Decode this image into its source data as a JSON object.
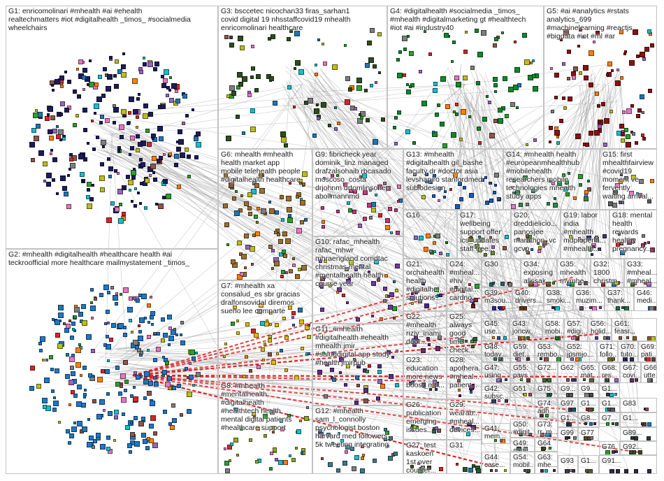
{
  "graph": {
    "edge_color": "#8a8a8a",
    "highlight_edge_color": "#e01515",
    "groups": [
      {
        "id": "G1",
        "label": "G1: enricomolinari #mhealth #ai #ehealth\nrealtechmatters #iot #digitalhealth _timos_ #socialmedia\nwheelchairs",
        "color": "#1c1c5c"
      },
      {
        "id": "G2",
        "label": "G2: #mhealth #digitalhealth #healthcare health #ai\nteckroofficial more healthcare mailmystatement _timos_",
        "color": "#1f78c8"
      },
      {
        "id": "G3",
        "label": "G3: bsccetec nicochan33 firas_sarhan1\ncovid digital 19 nhsstaffcovid19 mhealth\nenricomolinari healthcare",
        "color": "#2e4d1e"
      },
      {
        "id": "G4",
        "label": "G4: #digitalhealth #socialmedia _timos_\n#mhealth #digitalmarketing gt #healthtech\n#iot #ai #industry40",
        "color": "#0e8a2a"
      },
      {
        "id": "G5",
        "label": "G5: #ai #analytics #rstats\nanalytics_699\n#machinelearning #reactjs\n#bigdata #iot #ml #ar",
        "color": "#8a1212"
      },
      {
        "id": "G6",
        "label": "G6: mhealth #mhealth\nhealth market app\nmobile telehealth people\n#digitalhealth healthcare",
        "color": "#9a7030"
      },
      {
        "id": "G7",
        "label": "G7: #mhealth xa\nconsalud_es sbr gracias\ndralfonsovidal diremos\nsueño lee comparte",
        "color": "#e0b810"
      },
      {
        "id": "G8",
        "label": "G8: #mhealth\n#mentalhealth\n#digitalhealth\n#healthtech health\nmental digital patients\n#healthcare support",
        "color": "#90a830"
      },
      {
        "id": "G9",
        "label": "G9: fibricheck year\ndominik_linz managed\ndrafzalsohaib rbcasado\nmoscoso_costa\ndrjohnm drtomlinsonep\nabollmannmd",
        "color": "#c03878"
      },
      {
        "id": "G10",
        "label": "G10: rafac_mhealth\nrafac_mhwr\nmhraengland comdtac\nchristmas mental\n#mentalhealth health\ncourse year",
        "color": "#6a3a9a"
      },
      {
        "id": "G11",
        "label": "G11: #mhealth\n#digitalhealth #ehealth\nmhealth jmir\n#saluddigital app study\n#health jmirpub",
        "color": "#5a2a8a"
      },
      {
        "id": "G12",
        "label": "G12: #mhealth\nsam_l_connolly\npsychologist boston\nharvard med followers\n5k tweeting integrating",
        "color": "#3a7a8a"
      },
      {
        "id": "G13",
        "label": "G13: #mhealth\n#digitalhealth gil_bashe\nfaculty dr #doctor asia\nlevshapiro stanfordmed\nsubiodesign",
        "color": "#1a5ab8"
      },
      {
        "id": "G14",
        "label": "G14: #mhealth health\n#europeanmhealthhub\n#mobilehealth\nresearchers mobile\ntechnologies mhealth\nstudy apps",
        "color": "#2a8a4a"
      },
      {
        "id": "G15",
        "label": "G15: first\nmhealthfairview\n#covid19\nmoment ve\nfervently\nwaiting arrival...",
        "color": "#5a5a5a"
      },
      {
        "id": "G16",
        "label": "G16",
        "color": "#1a8a1a"
      },
      {
        "id": "G17",
        "label": "G17:\nwellbeing\nsupport offer\nics_updates\nstaff free...",
        "color": "#6a8a2a"
      },
      {
        "id": "G20",
        "label": "G20:\ndreddieliciо...\npanosjee\nmarathon_vc\ngcvp",
        "color": "#7a5a3a"
      },
      {
        "id": "G19",
        "label": "G19: labor\nindia\n#mhealth\nmdpiopena...\n#mhealth...",
        "color": "#3a3a6a"
      },
      {
        "id": "G18",
        "label": "G18: mental\nhealth\nrewards\nhealthy\npregnancy...",
        "color": "#8a3a5a"
      },
      {
        "id": "G21",
        "label": "G21:\norchahealth\nhealth\n#digitalhe...\nsolutions...",
        "color": "#4a2a8a"
      },
      {
        "id": "G24",
        "label": "G24:\n#mheal...\n#hiv\n#digital...\ncardno...",
        "color": "#6a1a1a"
      },
      {
        "id": "G30",
        "label": "G30",
        "color": "#1a6a6a"
      },
      {
        "id": "G34",
        "label": "G34:\nexposing\nalissak...",
        "color": "#7a4a1a"
      },
      {
        "id": "G35",
        "label": "G35:\nmhealth\nmymhe...",
        "color": "#2a4a7a"
      },
      {
        "id": "G32",
        "label": "G32:\n1800\nchristm...",
        "color": "#8a2a2a"
      },
      {
        "id": "G33",
        "label": "G33:\n#mheal...\n#mheal...",
        "color": "#4a6a2a"
      },
      {
        "id": "G22",
        "label": "G22:\n#mhealth\nriziv_inami\ndoor...",
        "color": "#6a2a6a"
      },
      {
        "id": "G25",
        "label": "G25:\nalways\ngood\ntime\ncheck...",
        "color": "#3a5a3a"
      },
      {
        "id": "G39",
        "label": "G39:\nm3sou...",
        "color": "#2a2a8a"
      },
      {
        "id": "G40",
        "label": "G40:\ndrivers...",
        "color": "#5a3a1a"
      },
      {
        "id": "G38",
        "label": "G38:\nsmoki...",
        "color": "#3a3a3a"
      },
      {
        "id": "G36",
        "label": "G36:\nmuzim...",
        "color": "#6a4a6a"
      },
      {
        "id": "G37",
        "label": "G37:\nthank...",
        "color": "#2a6a4a"
      },
      {
        "id": "G46",
        "label": "G46:\nmedi...",
        "color": "#7a2a4a"
      },
      {
        "id": "G45",
        "label": "G45:\nuse...",
        "color": "#2a5a8a"
      },
      {
        "id": "G43",
        "label": "G43:\njoncw...",
        "color": "#5a5a2a"
      },
      {
        "id": "G58",
        "label": "G58:\nmobi...",
        "color": "#2a7a2a"
      },
      {
        "id": "G57",
        "label": "G57:\n#digi...",
        "color": "#7a3a2a"
      },
      {
        "id": "G56",
        "label": "G56:\nholid...",
        "color": "#4a4a8a"
      },
      {
        "id": "G61",
        "label": "G61:\nfeasr...",
        "color": "#8a5a2a"
      },
      {
        "id": "G23",
        "label": "G23:\neducation\nmore news\nboost_mh...",
        "color": "#2a3a5a"
      },
      {
        "id": "G28",
        "label": "G28:\napothera...\n#mheal...\npatient...",
        "color": "#6a1a5a"
      },
      {
        "id": "G48",
        "label": "G48:\ntoday...",
        "color": "#3a6a6a"
      },
      {
        "id": "G59",
        "label": "G59:\ndiet...",
        "color": "#5a2a2a"
      },
      {
        "id": "G53",
        "label": "G53:\nrembo...",
        "color": "#2a4a2a"
      },
      {
        "id": "G52",
        "label": "G52:\njpsmjo...",
        "color": "#4a2a4a"
      },
      {
        "id": "G71",
        "label": "G71:\nfollo...",
        "color": "#6a6a2a"
      },
      {
        "id": "G70",
        "label": "G70:\ntuto...",
        "color": "#2a2a5a"
      },
      {
        "id": "G69",
        "label": "G69:\npati...",
        "color": "#5a4a3a"
      },
      {
        "id": "G47",
        "label": "G47:\nusing...",
        "color": "#3a4a6a"
      },
      {
        "id": "G55",
        "label": "G55:\npays...",
        "color": "#6a3a3a"
      },
      {
        "id": "G72",
        "label": "G72...",
        "color": "#3a6a3a"
      },
      {
        "id": "G62",
        "label": "G62",
        "color": "#4a3a6a"
      },
      {
        "id": "G65",
        "label": "G65:\nmat...",
        "color": "#6a5a3a"
      },
      {
        "id": "G68",
        "label": "G68:\nres...",
        "color": "#3a5a5a"
      },
      {
        "id": "G67",
        "label": "G67:\ncovi...",
        "color": "#5a3a5a"
      },
      {
        "id": "G66",
        "label": "G66:\nutte...",
        "color": "#4a5a3a"
      },
      {
        "id": "G26",
        "label": "G26:\npublication\nemerging\nissues...",
        "color": "#2a5a4a"
      },
      {
        "id": "G29",
        "label": "G29:\nwearab...\n#mheal...\ndevices...",
        "color": "#5a2a6a"
      },
      {
        "id": "G42",
        "label": "G42:\nsubsc...",
        "color": "#3a3a5a"
      },
      {
        "id": "G51",
        "label": "G51",
        "color": "#6a4a2a"
      },
      {
        "id": "G75",
        "label": "G75",
        "color": "#2a6a5a"
      },
      {
        "id": "G9s",
        "label": "G9...",
        "color": "#5a5a5a"
      },
      {
        "id": "G9t",
        "label": "G9...",
        "color": "#4a4a4a"
      },
      {
        "id": "G1s",
        "label": "G1...",
        "color": "#3a3a3a"
      },
      {
        "id": "G74",
        "label": "G74:\nadh...",
        "color": "#6a2a3a"
      },
      {
        "id": "G97",
        "label": "G97",
        "color": "#2a4a5a"
      },
      {
        "id": "G1t",
        "label": "G1...",
        "color": "#5a4a4a"
      },
      {
        "id": "G1u",
        "label": "G1...",
        "color": "#4a5a5a"
      },
      {
        "id": "G83",
        "label": "G83",
        "color": "#3a2a4a"
      },
      {
        "id": "G27",
        "label": "G27: test\nkaskoen\n1st over\ncounter...",
        "color": "#4a3a2a"
      },
      {
        "id": "G31",
        "label": "G31",
        "color": "#2a5a2a"
      },
      {
        "id": "G41",
        "label": "G41:\nmem...",
        "color": "#5a2a4a"
      },
      {
        "id": "G50",
        "label": "G50:\n#digit...",
        "color": "#3a4a3a"
      },
      {
        "id": "G73",
        "label": "G73:\nrr_m...",
        "color": "#6a3a5a"
      },
      {
        "id": "G1v",
        "label": "G1...",
        "color": "#2a3a4a"
      },
      {
        "id": "G8s",
        "label": "G8...",
        "color": "#4a2a3a"
      },
      {
        "id": "G7s",
        "label": "G7...",
        "color": "#3a5a4a"
      },
      {
        "id": "G1w",
        "label": "G1...",
        "color": "#5a3a3a"
      },
      {
        "id": "G49",
        "label": "G49:\n#adv...",
        "color": "#2a4a4a"
      },
      {
        "id": "G64",
        "label": "G64",
        "color": "#4a4a2a"
      },
      {
        "id": "G99",
        "label": "G99",
        "color": "#3a2a3a"
      },
      {
        "id": "G77",
        "label": "G77",
        "color": "#5a4a2a"
      },
      {
        "id": "G89",
        "label": "G89...",
        "color": "#2a3a3a"
      },
      {
        "id": "G76",
        "label": "G76",
        "color": "#4a3a4a"
      },
      {
        "id": "G92",
        "label": "G92...",
        "color": "#3a4a2a"
      },
      {
        "id": "G44",
        "label": "G44:\ncase...",
        "color": "#5a2a3a"
      },
      {
        "id": "G54",
        "label": "G54:\nmobil...",
        "color": "#2a5a3a"
      },
      {
        "id": "G63",
        "label": "G63:\nmhe...",
        "color": "#4a2a5a"
      },
      {
        "id": "G93",
        "label": "G93",
        "color": "#3a3a4a"
      },
      {
        "id": "G1x",
        "label": "G1...",
        "color": "#5a5a3a"
      },
      {
        "id": "G91",
        "label": "G91...",
        "color": "#2a2a4a"
      }
    ]
  }
}
